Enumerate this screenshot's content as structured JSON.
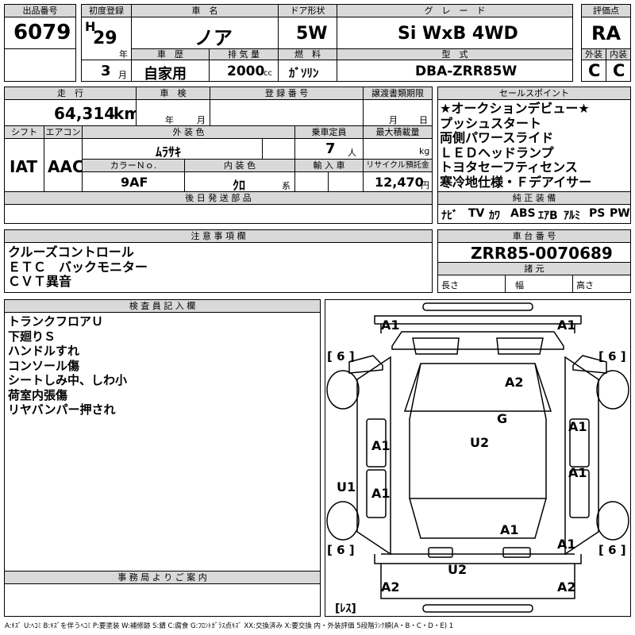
{
  "header": {
    "lot_label": "出品番号",
    "lot_value": "6079",
    "first_reg_label": "初度登録",
    "era": "H",
    "year": "29",
    "year_unit": "年",
    "month": "3",
    "month_unit": "月",
    "name_label": "車　名",
    "name_value": "ノア",
    "door_label": "ドア形状",
    "door_value": "5W",
    "grade_label": "グ　レ　ー　ド",
    "grade_value": "Si WxB 4WD",
    "score_label": "評価点",
    "score_value": "RA",
    "history_label": "車　歴",
    "history_value": "自家用",
    "displacement_label": "排 気 量",
    "displacement_value": "2000",
    "displacement_unit": "cc",
    "fuel_label": "燃　料",
    "fuel_value": "ｶﾞｿﾘﾝ",
    "model_label": "型　式",
    "model_value": "DBA-ZRR85W",
    "ext_label": "外装",
    "ext_value": "C",
    "int_label": "内装",
    "int_value": "C"
  },
  "row2": {
    "mileage_label": "走　行",
    "mileage_value": "64,314",
    "mileage_unit": "km",
    "inspection_label": "車　検",
    "inspection_year_unit": "年",
    "inspection_month_unit": "月",
    "regno_label": "登 録 番 号",
    "transfer_label": "譲渡書類期限",
    "transfer_month_unit": "月",
    "transfer_day_unit": "日",
    "shift_label": "シフト",
    "shift_value": "IAT",
    "ac_label": "エアコン",
    "ac_value": "AAC",
    "color_label": "外 装 色",
    "color_value": "ﾑﾗｻｷ",
    "capacity_label": "乗車定員",
    "capacity_value": "7",
    "capacity_unit": "人",
    "loadcap_label": "最大積載量",
    "loadcap_unit": "kg",
    "colorno_label": "カラーＮｏ.",
    "colorno_value": "9AF",
    "interior_label": "内 装 色",
    "interior_value": "ｸﾛ",
    "interior_unit": "系",
    "import_label": "輸 入 車",
    "recycle_label": "リサイクル預託金",
    "recycle_value": "12,470",
    "recycle_unit": "円",
    "later_label": "後 日 発 送 部 品"
  },
  "sales": {
    "label": "セールスポイント",
    "lines": [
      "★オークションデビュー★",
      "プッシュスタート",
      "両側パワースライド",
      "ＬＥＤヘッドランプ",
      "トヨタセーフティセンス",
      "寒冷地仕様・Ｆデアイサー"
    ]
  },
  "equipment": {
    "label": "純 正 装 備",
    "items": [
      "ﾅﾋﾞ",
      "TV",
      "ｶﾜ",
      "ABS",
      "ｴｱB",
      "ｱﾙﾐ",
      "PS",
      "PW"
    ]
  },
  "notes": {
    "label": "注 意 事 項 欄",
    "lines": [
      "クルーズコントロール",
      "ＥＴＣ　バックモニター",
      "ＣＶＴ異音"
    ]
  },
  "chassis": {
    "label": "車 台 番 号",
    "value": "ZRR85-0070689",
    "spec_label": "諸 元",
    "length_label": "長さ",
    "width_label": "幅",
    "height_label": "高さ"
  },
  "inspector": {
    "label": "検 査 員 記 入 欄",
    "lines": [
      "トランクフロアＵ",
      "下廻りＳ",
      "ハンドルすれ",
      "コンソール傷",
      "シートしみ中、しわ小",
      "荷室内張傷",
      "リヤバンパー押され"
    ]
  },
  "office": {
    "label": "事 務 局 よ り ご 案 内"
  },
  "diagram": {
    "marks": [
      "A1",
      "A1",
      "A2",
      "G",
      "U2",
      "A1",
      "A1",
      "A1",
      "A1",
      "U1",
      "A1",
      "A1",
      "U2",
      "A2",
      "A2"
    ],
    "tire_labels": [
      "[ 6 ]",
      "[ 6 ]",
      "[ 6 ]",
      "[ 6 ]"
    ],
    "spare_label": "[ﾚｽ]"
  },
  "legend": "A:ｷｽﾞ U:ﾍｺﾐ B:ｷｽﾞを伴うﾍｺﾐ P:要塗装 W:補修跡 S:錆 C:腐食 G:ﾌﾛﾝﾄｶﾞﾗｽ点ｷｽﾞ XX:交換済み X:要交換 内・外装評価 5段階ﾗﾝｸ順(A・B・C・D・E) 1"
}
